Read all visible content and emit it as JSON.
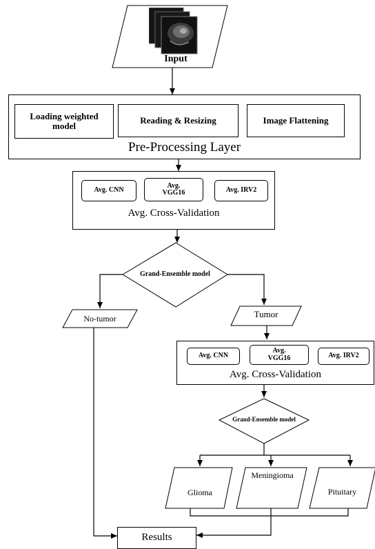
{
  "input": {
    "label": "Input",
    "icon": "brain-mri-scan-icon"
  },
  "preprocessing": {
    "title": "Pre-Processing Layer",
    "steps": [
      "Loading weighted model",
      "Reading & Resizing",
      "Image Flattening"
    ]
  },
  "validation_1": {
    "title": "Avg. Cross-Validation",
    "models": [
      "Avg. CNN",
      "Avg. VGG16",
      "Avg. IRV2"
    ]
  },
  "decision_1": {
    "label": "Grand-Ensemble model"
  },
  "no_tumor": {
    "label": "No-tumor"
  },
  "tumor": {
    "label": "Tumor"
  },
  "validation_2": {
    "title": "Avg. Cross-Validation",
    "models": [
      "Avg. CNN",
      "Avg. VGG16",
      "Avg. IRV2"
    ]
  },
  "decision_2": {
    "label": "Grand-Ensemble model"
  },
  "classes": [
    "Glioma",
    "Meningioma",
    "Pituitary"
  ],
  "results": {
    "label": "Results"
  }
}
